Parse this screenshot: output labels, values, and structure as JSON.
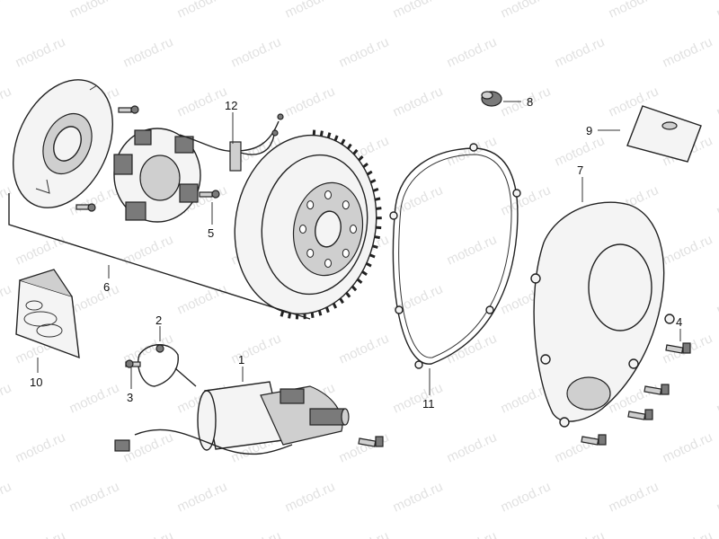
{
  "watermark": {
    "text": "motod.ru"
  },
  "callouts": [
    {
      "id": "1",
      "label": "1"
    },
    {
      "id": "2",
      "label": "2"
    },
    {
      "id": "3",
      "label": "3"
    },
    {
      "id": "4",
      "label": "4"
    },
    {
      "id": "5",
      "label": "5"
    },
    {
      "id": "6",
      "label": "6"
    },
    {
      "id": "7",
      "label": "7"
    },
    {
      "id": "8",
      "label": "8"
    },
    {
      "id": "9",
      "label": "9"
    },
    {
      "id": "10",
      "label": "10"
    },
    {
      "id": "11",
      "label": "11"
    },
    {
      "id": "12",
      "label": "12"
    }
  ]
}
